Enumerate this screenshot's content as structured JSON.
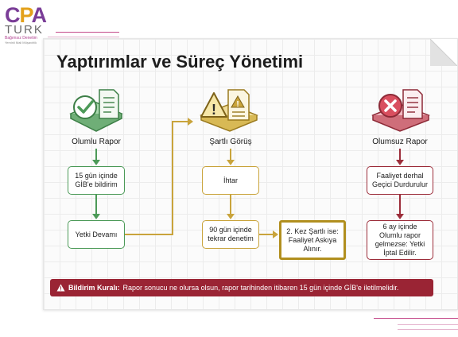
{
  "logo": {
    "letters": [
      "C",
      "P",
      "A"
    ],
    "word": "TURK",
    "subtitle1": "Bağımsız Denetim",
    "subtitle2": "Yeminli Mali Müşavirlik"
  },
  "slide": {
    "title": "Yaptırımlar ve Süreç Yönetimi"
  },
  "columns": {
    "positive": {
      "label": "Olumlu Rapor",
      "step1": "15 gün içinde GİB'e bildirim",
      "step2": "Yetki Devamı",
      "color": "#4c9a58"
    },
    "conditional": {
      "label": "Şartlı Görüş",
      "step1": "İhtar",
      "step2": "90 gün içinde tekrar denetim",
      "step3": "2. Kez Şartlı ise: Faaliyet Askıya Alınır.",
      "color": "#c9a43c"
    },
    "negative": {
      "label": "Olumsuz Rapor",
      "step1": "Faaliyet derhal Geçici Durdurulur",
      "step2": "6 ay içinde Olumlu rapor gelmezse: Yetki İptal Edilir.",
      "color": "#9c2d3a"
    }
  },
  "banner": {
    "label": "Bildirim Kuralı:",
    "text": "Rapor sonucu ne olursa olsun, rapor tarihinden itibaren 15 gün içinde GİB'e iletilmelidir.",
    "color": "#9a2434"
  },
  "icons": [
    "check-document-icon",
    "warning-document-icon",
    "cross-document-icon",
    "warning-icon"
  ]
}
